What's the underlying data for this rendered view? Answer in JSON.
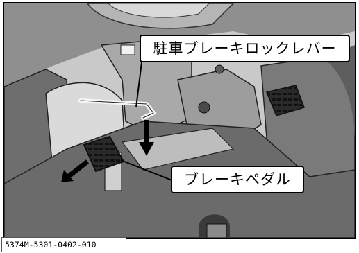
{
  "figure": {
    "code": "5374M-5301-0402-010",
    "callouts": {
      "parking_lever": "駐車ブレーキロックレバー",
      "brake_pedal": "ブレーキペダル"
    }
  }
}
